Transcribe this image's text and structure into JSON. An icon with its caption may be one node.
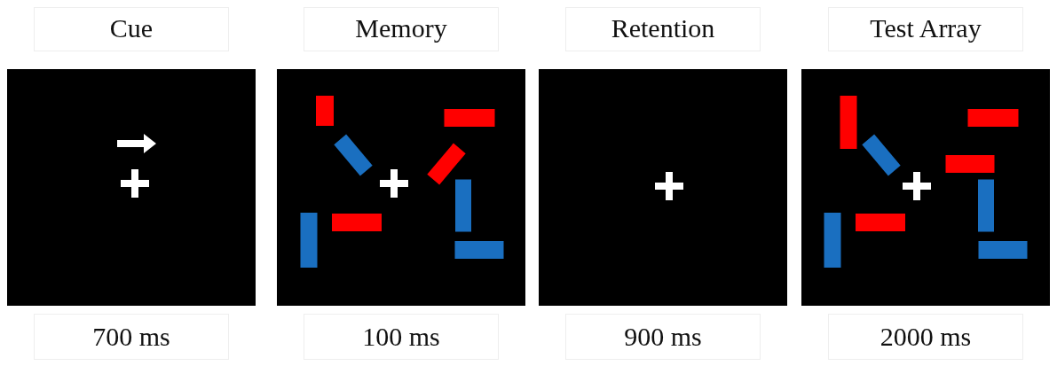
{
  "diagram": {
    "nodes": [
      {
        "text": [
          "Cue"
        ],
        "beside": [
          "700 ms"
        ]
      },
      {
        "text": [
          "Memory"
        ],
        "beside": [
          "100 ms"
        ]
      },
      {
        "text": [
          "Retention"
        ],
        "beside": [
          "900 ms"
        ]
      },
      {
        "text": [
          "Test Array"
        ],
        "beside": [
          "2000 ms"
        ]
      }
    ]
  }
}
